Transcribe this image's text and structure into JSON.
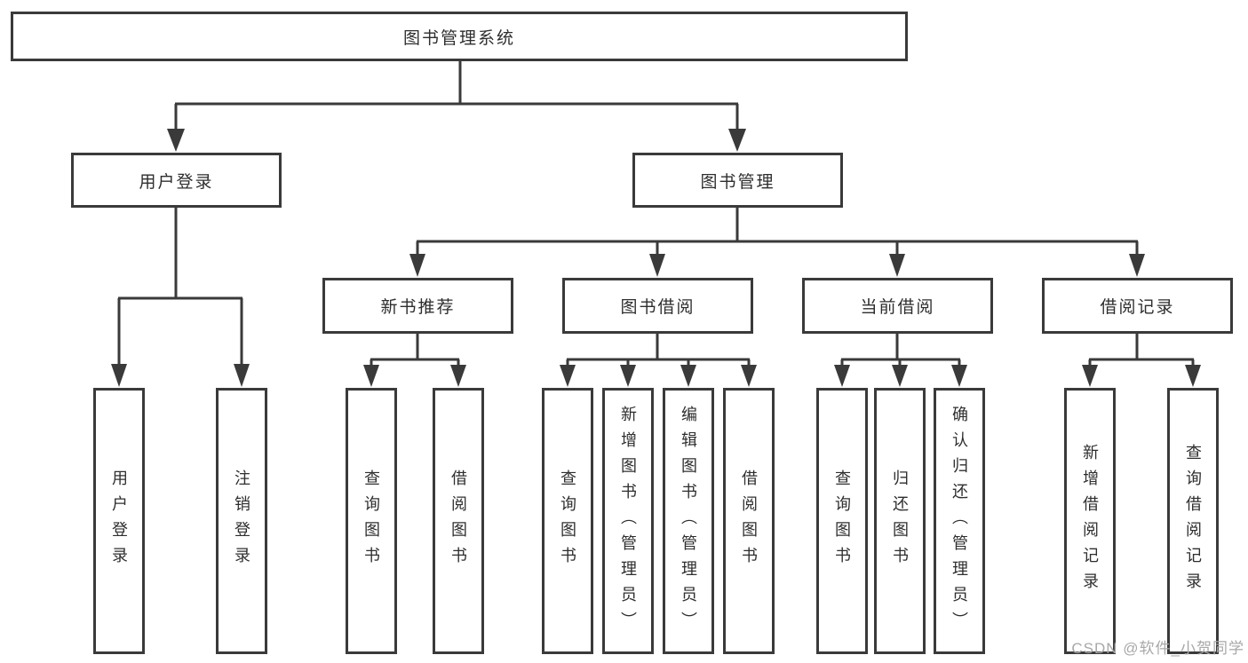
{
  "diagram_title": "图书管理系统",
  "nodes": {
    "root": {
      "label": "图书管理系统"
    },
    "user_login": {
      "label": "用户登录"
    },
    "book_mgmt": {
      "label": "图书管理"
    },
    "new_book_rec": {
      "label": "新书推荐"
    },
    "book_borrow": {
      "label": "图书借阅"
    },
    "current_borrow": {
      "label": "当前借阅"
    },
    "borrow_records": {
      "label": "借阅记录"
    },
    "leaf_user_login": {
      "label": "用户登录"
    },
    "leaf_logout": {
      "label": "注销登录"
    },
    "nb_query_books": {
      "label": "查询图书"
    },
    "nb_borrow_books": {
      "label": "借阅图书"
    },
    "bb_query_books": {
      "label": "查询图书"
    },
    "bb_add_books": {
      "label": "新增图书（管理员）"
    },
    "bb_edit_books": {
      "label": "编辑图书（管理员）"
    },
    "bb_borrow_books": {
      "label": "借阅图书"
    },
    "cb_query_books": {
      "label": "查询图书"
    },
    "cb_return_books": {
      "label": "归还图书"
    },
    "cb_confirm_return": {
      "label": "确认归还（管理员）"
    },
    "br_add_record": {
      "label": "新增借阅记录"
    },
    "br_query_record": {
      "label": "查询借阅记录"
    }
  },
  "colors": {
    "line": "#3a3a3a",
    "border": "#3a3a3a",
    "text": "#2e2e2e",
    "watermark": "#a8a8a8"
  },
  "watermark": {
    "text": "CSDN @软件_小贺同学"
  }
}
